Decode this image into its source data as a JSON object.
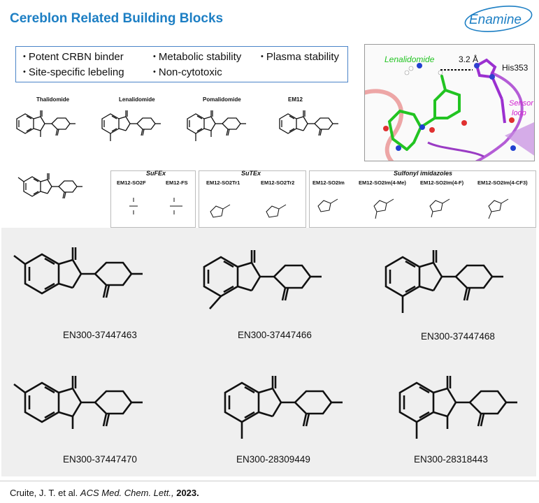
{
  "title": "Cereblon Related Building Blocks",
  "logo": {
    "text": "Enamine"
  },
  "features": [
    "Potent CRBN binder",
    "Metabolic stability",
    "Plasma stability",
    "Site-specific lebeling",
    "Non-cytotoxic"
  ],
  "structure_panel": {
    "ligand_label": "Lenalidomide",
    "distance_label": "3.2 Å",
    "residue_label": "His353",
    "sensor_label_1": "Sensor",
    "sensor_label_2": "loop"
  },
  "reference_compounds": [
    "Thalidomide",
    "Lenalidomide",
    "Pomalidomide",
    "EM12"
  ],
  "sulfonyl_groups": [
    {
      "title": "SuFEx",
      "items": [
        "EM12-SO2F",
        "EM12-FS"
      ]
    },
    {
      "title": "SuTEx",
      "items": [
        "EM12-SO2Tr1",
        "EM12-SO2Tr2"
      ]
    },
    {
      "title": "Sulfonyl imidazoles",
      "items": [
        "EM12-SO2Im",
        "EM12-SO2Im(4-Me)",
        "EM12-SO2Im(4-F)",
        "EM12-SO2Im(4-CF3)"
      ]
    }
  ],
  "compounds": [
    "EN300-37447463",
    "EN300-37447466",
    "EN300-37447468",
    "EN300-37447470",
    "EN300-28309449",
    "EN300-28318443"
  ],
  "citation": {
    "authors": "Cruite, J. T. et al. ",
    "journal": "ACS Med. Chem. Lett.,",
    "year": "2023."
  },
  "colors": {
    "title": "#1d7fc4",
    "box_border": "#4a84c8",
    "gallery_bg": "#efefef"
  }
}
